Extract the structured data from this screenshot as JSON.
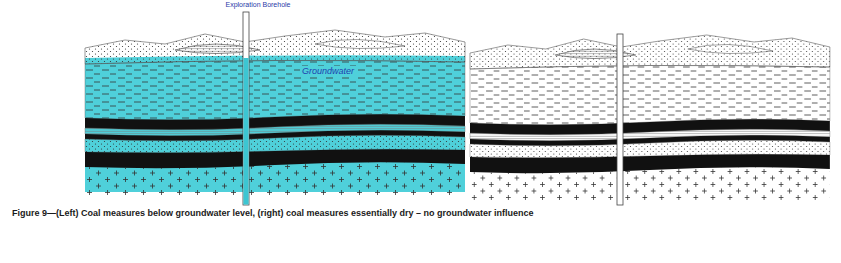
{
  "diagram": {
    "caption": "Figure 9—(Left) Coal measures below groundwater level, (right) coal measures essentially dry – no groundwater influence",
    "labels": [
      "Exploration Borehole",
      "Groundwater"
    ]
  }
}
